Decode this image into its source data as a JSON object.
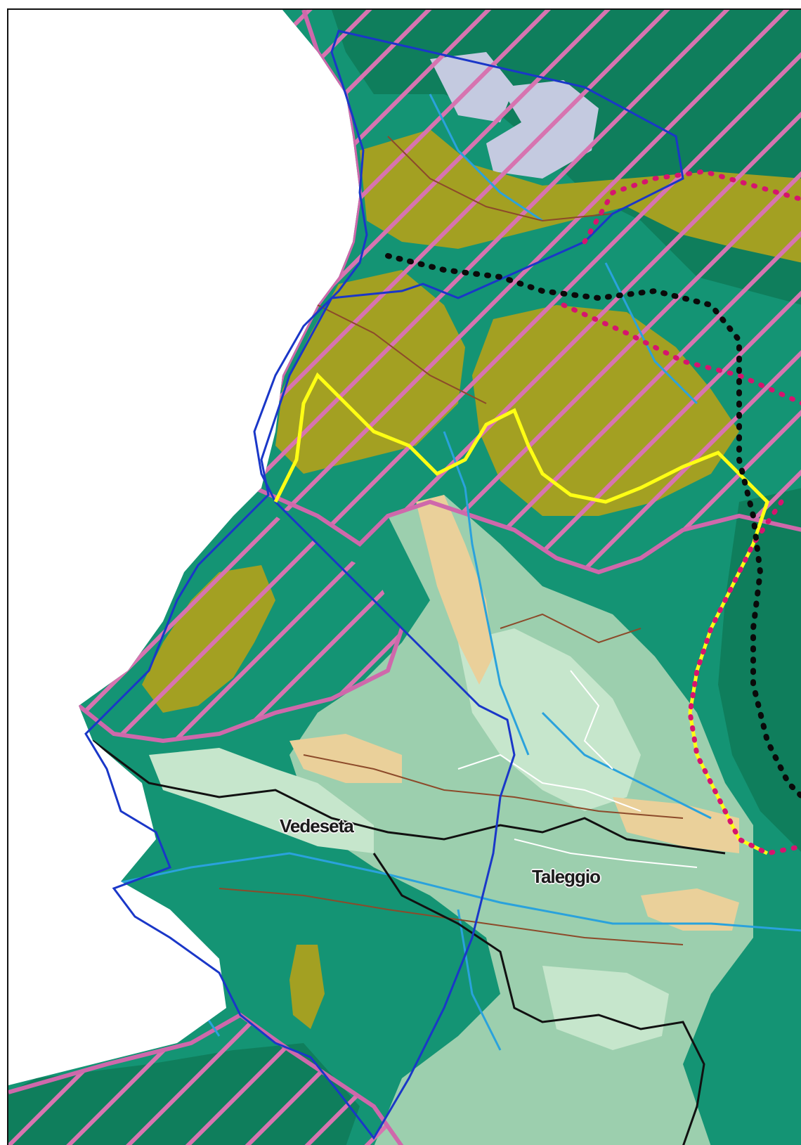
{
  "map": {
    "places": [
      {
        "id": "vedeseta",
        "label": "Vedeseta"
      },
      {
        "id": "taleggio",
        "label": "Taleggio"
      }
    ],
    "colors": {
      "background": "#ffffff",
      "dark_forest": "#149474",
      "deep_forest": "#0f7e5c",
      "olive": "#a3a022",
      "light_green": "#9ccfae",
      "pale_green": "#c6e6cc",
      "tan": "#ead09a",
      "lavender": "#c4cae0",
      "hatch_pink": "#d774b0",
      "boundary_pink": "#cf68ab",
      "river": "#2aa2dc",
      "contour_brown": "#8c4a2a",
      "road_white": "#ffffff",
      "blue_boundary": "#1a37c8",
      "black_boundary": "#111111",
      "yellow_line": "#ffff14",
      "pink_dots": "#d6146e",
      "black_dots": "#0a0a0a"
    }
  }
}
